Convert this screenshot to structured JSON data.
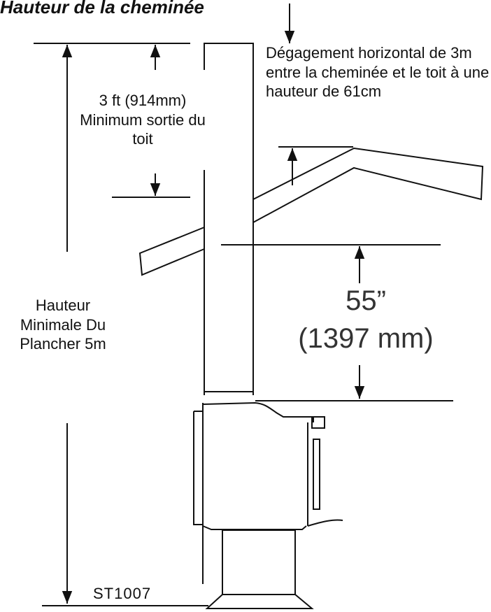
{
  "title": "Hauteur de la cheminée",
  "roof_clearance_note": "Dégagement horizontal de 3m entre la cheminée et le toit à une hauteur de 61cm",
  "min_exit_note": "3 ft (914mm) Minimum sortie du toit",
  "floor_height_note": "Hauteur Minimale Du Plancher 5m",
  "ceiling_clearance": {
    "inches": "55”",
    "mm": "(1397 mm)"
  },
  "drawing_code": "ST1007",
  "colors": {
    "ink": "#111111",
    "background": "#ffffff"
  }
}
